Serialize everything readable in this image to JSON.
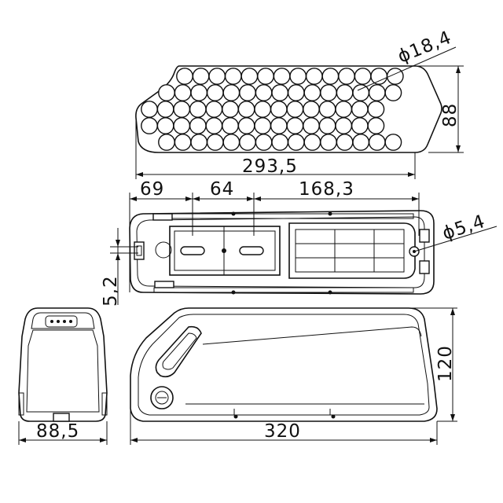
{
  "drawing": {
    "cell_diameter": "ϕ18,4",
    "pack_height": "88",
    "pack_length": "293,5",
    "mount_offset_1": "69",
    "mount_offset_2": "64",
    "mount_offset_3": "168,3",
    "hole_diameter": "ϕ5,4",
    "side_offset": "5,2",
    "housing_height": "120",
    "housing_length": "320",
    "housing_width": "88,5"
  },
  "cell_grid": {
    "rows": 5,
    "cells_per_row": 15
  }
}
